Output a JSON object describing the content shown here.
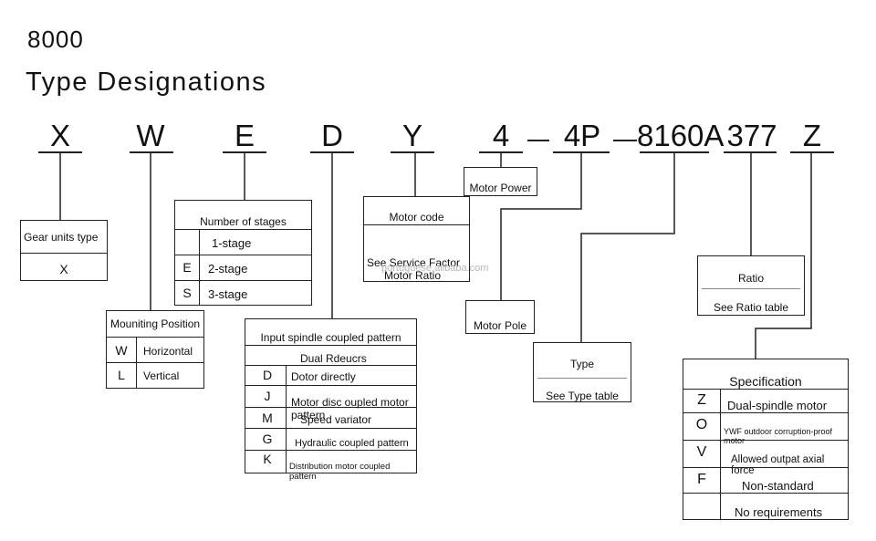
{
  "header": {
    "model": "8000",
    "title": "Type Designations"
  },
  "codes": [
    "X",
    "W",
    "E",
    "D",
    "Y",
    "4",
    "4P",
    "8160A",
    "377",
    "Z"
  ],
  "gear_units_type": {
    "title": "Gear units type",
    "value": "X"
  },
  "mounting_position": {
    "title": "Mouniting Position",
    "rows": [
      {
        "key": "W",
        "label": "Horizontal"
      },
      {
        "key": "L",
        "label": "Vertical"
      }
    ]
  },
  "stages": {
    "title": "Number of stages",
    "rows": [
      {
        "key": "",
        "label": "1-stage"
      },
      {
        "key": "E",
        "label": "2-stage"
      },
      {
        "key": "S",
        "label": "3-stage"
      }
    ]
  },
  "input_spindle": {
    "title": "Input spindle coupled pattern",
    "subtitle": "Dual Rdeucrs",
    "rows": [
      {
        "key": "D",
        "label": "Dotor directly"
      },
      {
        "key": "J",
        "label": "Motor disc oupled motor pattern"
      },
      {
        "key": "M",
        "label": "Speed variator"
      },
      {
        "key": "G",
        "label": "Hydraulic coupled pattern"
      },
      {
        "key": "K",
        "label": "Distribution motor coupled pattern"
      }
    ]
  },
  "motor_code": {
    "title": "Motor code",
    "line1": "See Service Factor",
    "line2": "Motor Ratio"
  },
  "motor_power": {
    "title": "Motor Power"
  },
  "motor_pole": {
    "title": "Motor Pole"
  },
  "type": {
    "title": "Type",
    "note": "See Type table"
  },
  "ratio": {
    "title": "Ratio",
    "note": "See Ratio table"
  },
  "specification": {
    "title": "Specification",
    "rows": [
      {
        "key": "Z",
        "label": "Dual-spindle motor"
      },
      {
        "key": "O",
        "label": "YWF outdoor corruption-proof motor"
      },
      {
        "key": "V",
        "label": "Allowed outpat axial force"
      },
      {
        "key": "F",
        "label": "Non-standard"
      },
      {
        "key": "",
        "label": "No requirements"
      }
    ]
  },
  "watermark": "portuguese.alibaba.com"
}
